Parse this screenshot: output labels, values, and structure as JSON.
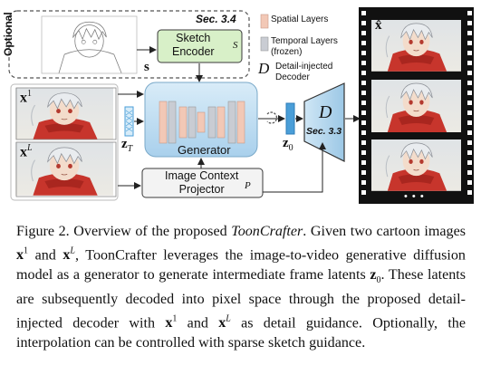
{
  "figure": {
    "optional_label": "Optional",
    "sec34": "Sec. 3.4",
    "sketch_encoder": {
      "line1": "Sketch",
      "line2": "Encoder",
      "symbol": "S"
    },
    "sketch_s": "s",
    "legend": {
      "spatial": "Spatial Layers",
      "temporal_line1": "Temporal Layers",
      "temporal_line2": "(frozen)",
      "decoder_line1": "Detail-injected",
      "decoder_line2": "Decoder",
      "decoder_symbol": "D"
    },
    "x1": "x",
    "x1_sup": "1",
    "xL": "x",
    "xL_sup": "L",
    "zT": "z",
    "zT_sub": "T",
    "z0": "z",
    "z0_sub": "0",
    "generator": "Generator",
    "projector": {
      "line1": "Image Context",
      "line2": "Projector",
      "symbol": "P"
    },
    "decoder": {
      "symbol": "D",
      "sec": "Sec. 3.3"
    },
    "xhat": "x̂",
    "dots": "• • •",
    "colors": {
      "spatial": "#f2c8b6",
      "temporal": "#c9ccd3",
      "generator": "#c6e0f2",
      "sketch": "#d8f0c8",
      "decoder": "#c6e0f2"
    }
  },
  "caption": {
    "label": "Figure 2.",
    "t1": " Overview of the proposed ",
    "name": "ToonCrafter",
    "t2": ". Given two cartoon images ",
    "t3": " and ",
    "t4": ", ToonCrafter leverages the image-to-video generative diffusion model as a generator to generate intermediate frame latents ",
    "t5": ". These latents are subsequently decoded into pixel space through the proposed detail-injected decoder with ",
    "t6": " and ",
    "t7": " as detail guidance. Optionally, the interpolation can be controlled with sparse sketch guidance.",
    "x": "x",
    "sup1": "1",
    "supL": "L",
    "z": "z",
    "sub0": "0"
  }
}
